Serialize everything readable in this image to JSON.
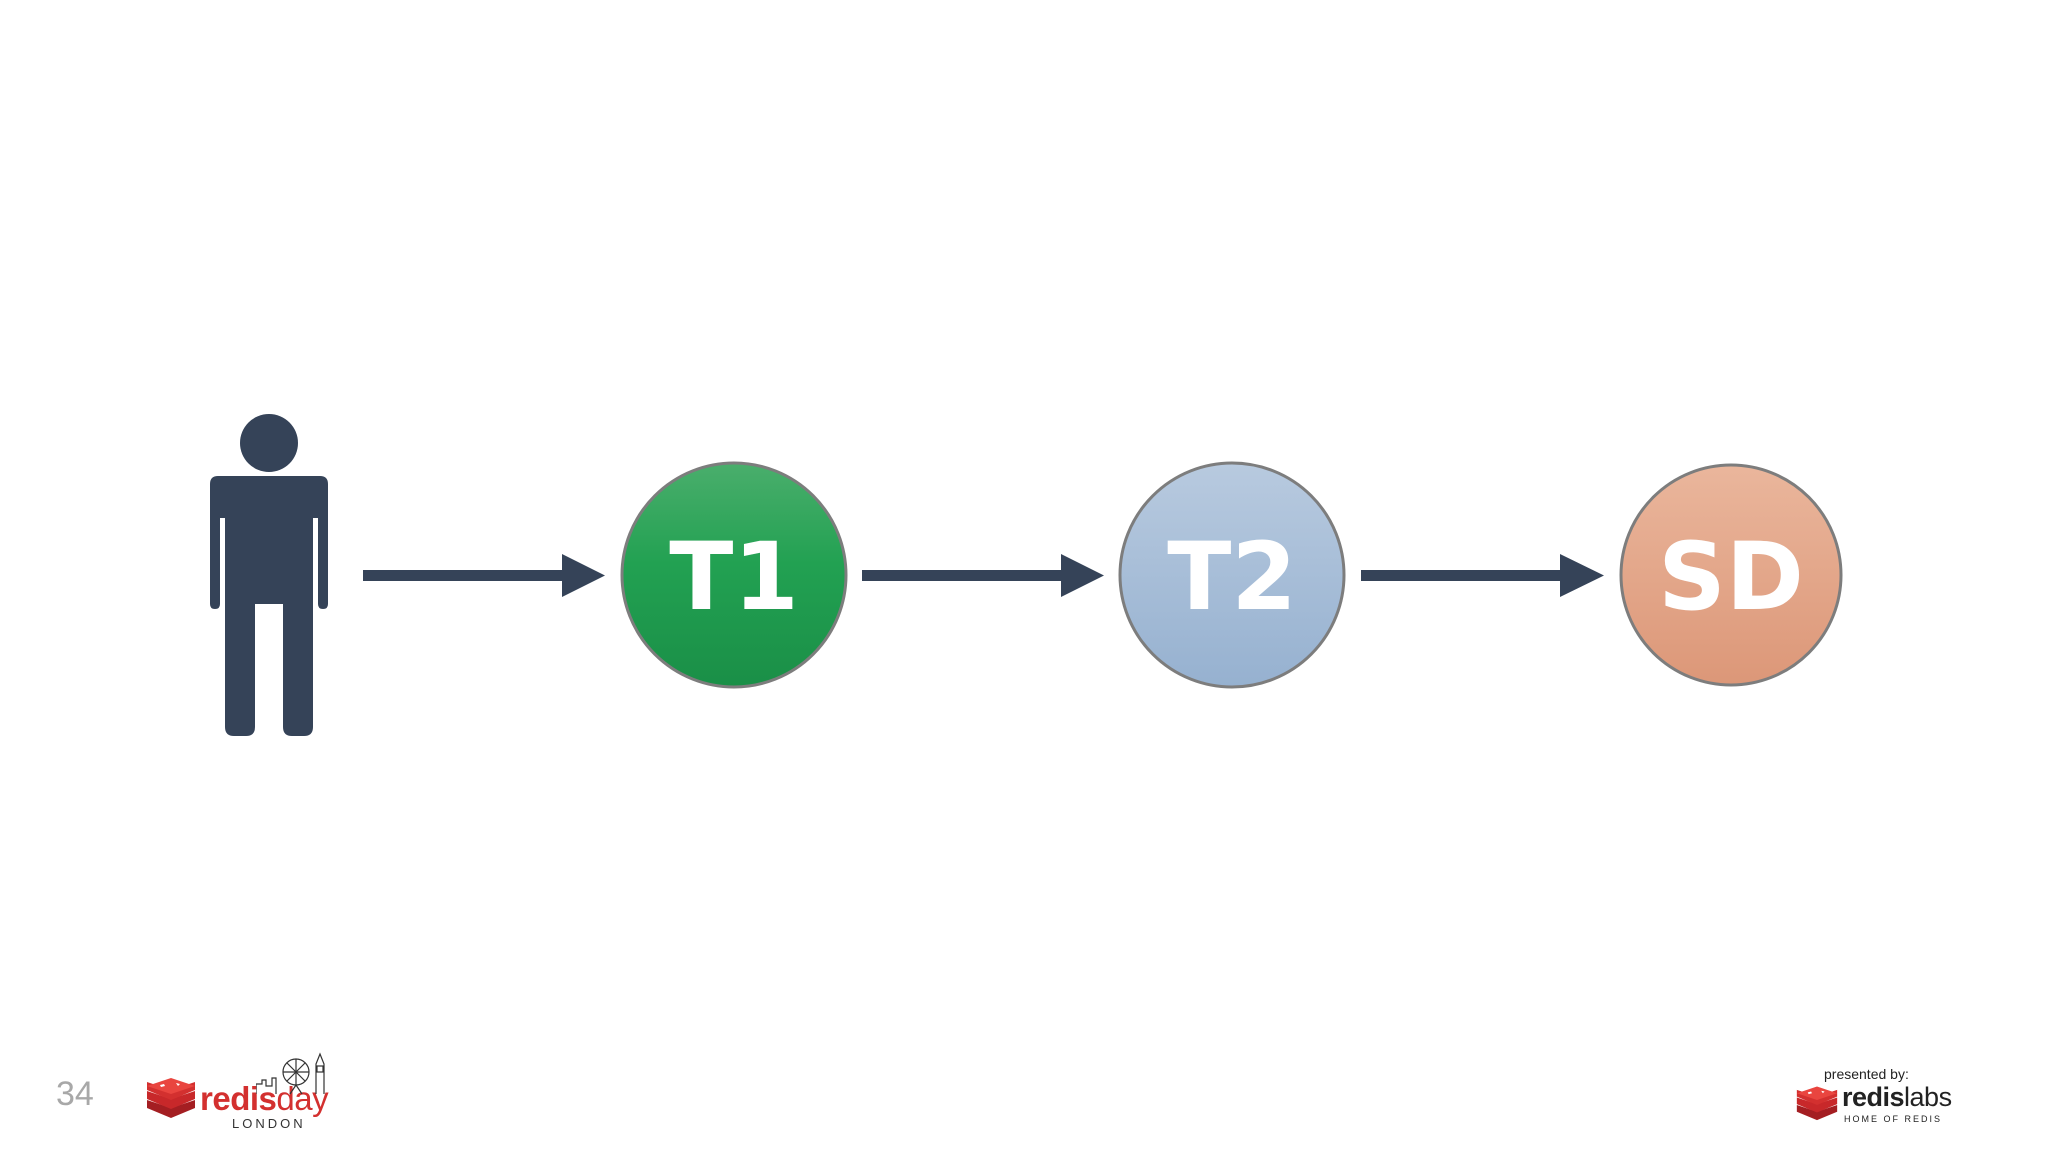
{
  "slide": {
    "page_number": "34"
  },
  "diagram": {
    "nodes": [
      {
        "id": "t1",
        "label": "T1",
        "color": "#21a050"
      },
      {
        "id": "t2",
        "label": "T2",
        "color": "#a6bcd6"
      },
      {
        "id": "sd",
        "label": "SD",
        "color": "#e3a385"
      }
    ],
    "actor_icon": "person-icon",
    "actor_color": "#354358",
    "arrow_color": "#354358"
  },
  "footer": {
    "left_logo": {
      "word_a": "redis",
      "word_b": "day",
      "sub": "LONDON",
      "icon": "redis-cube-icon"
    },
    "right_logo": {
      "presented_by": "presented by:",
      "word_a": "redis",
      "word_b": "labs",
      "sub": "HOME OF REDIS",
      "icon": "redis-cube-icon"
    }
  }
}
